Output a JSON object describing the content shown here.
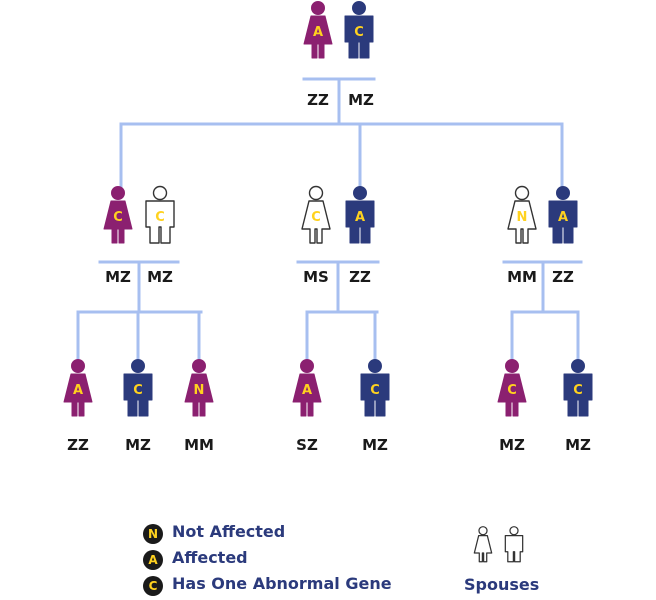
{
  "colors": {
    "female_fill": "#8b2070",
    "male_fill": "#2b3a7c",
    "line": "#a7bff0",
    "letter": "#ffd21f",
    "text_dark": "#1a1a1a",
    "legend_text": "#2b3a7c"
  },
  "family": {
    "root": {
      "female": {
        "status": "A",
        "genotype": "ZZ"
      },
      "male": {
        "status": "C",
        "genotype": "MZ"
      }
    },
    "couples": [
      {
        "female": {
          "status": "C",
          "genotype": "MZ",
          "spouse": false
        },
        "male": {
          "status": "C",
          "genotype": "MZ",
          "spouse": true
        },
        "children": [
          {
            "sex": "female",
            "status": "A",
            "genotype": "ZZ"
          },
          {
            "sex": "male",
            "status": "C",
            "genotype": "MZ"
          },
          {
            "sex": "female",
            "status": "N",
            "genotype": "MM"
          }
        ]
      },
      {
        "female": {
          "status": "C",
          "genotype": "MS",
          "spouse": true
        },
        "male": {
          "status": "A",
          "genotype": "ZZ",
          "spouse": false
        },
        "children": [
          {
            "sex": "female",
            "status": "A",
            "genotype": "SZ"
          },
          {
            "sex": "male",
            "status": "C",
            "genotype": "MZ"
          }
        ]
      },
      {
        "female": {
          "status": "N",
          "genotype": "MM",
          "spouse": true
        },
        "male": {
          "status": "A",
          "genotype": "ZZ",
          "spouse": false
        },
        "children": [
          {
            "sex": "female",
            "status": "C",
            "genotype": "MZ"
          },
          {
            "sex": "male",
            "status": "C",
            "genotype": "MZ"
          }
        ]
      }
    ]
  },
  "legend": {
    "items": [
      {
        "key": "N",
        "label": "Not Affected"
      },
      {
        "key": "A",
        "label": "Affected"
      },
      {
        "key": "C",
        "label": "Has One Abnormal Gene"
      }
    ],
    "spouses_label": "Spouses"
  }
}
